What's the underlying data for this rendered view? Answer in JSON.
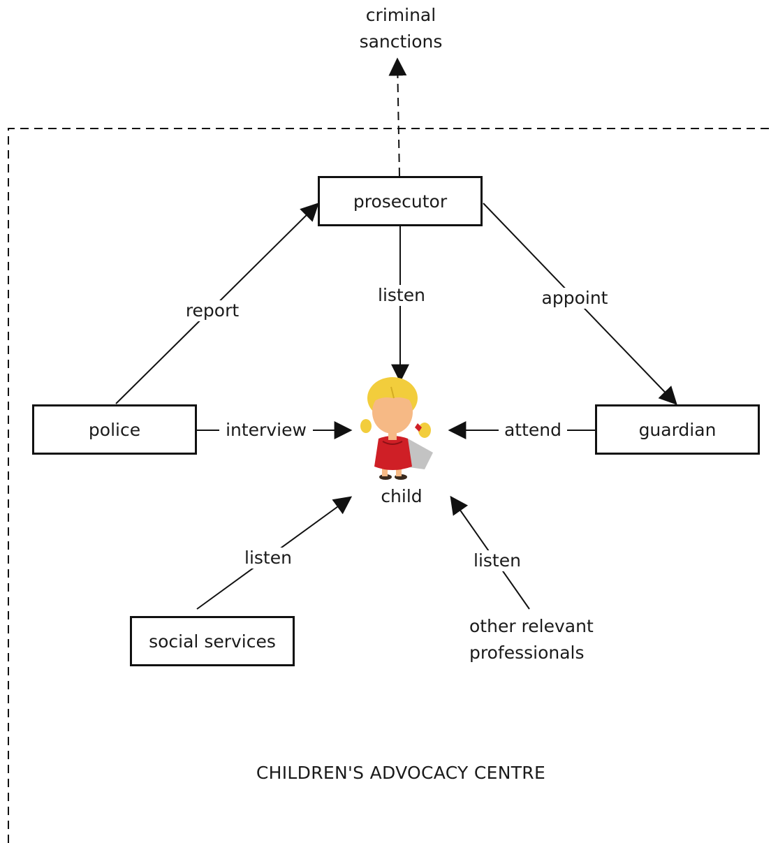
{
  "diagram": {
    "nodes": {
      "prosecutor": "prosecutor",
      "police": "police",
      "guardian": "guardian",
      "social_services": "social services",
      "other_professionals": "other relevant\nprofessionals",
      "child": "child",
      "criminal_sanctions": "criminal\nsanctions"
    },
    "edges": {
      "report": "report",
      "listen_prosecutor": "listen",
      "appoint": "appoint",
      "interview": "interview",
      "attend": "attend",
      "listen_social": "listen",
      "listen_other": "listen"
    },
    "region_label": "CHILDREN'S ADVOCACY CENTRE",
    "colors": {
      "stroke": "#111111",
      "child_hair": "#f2cd3c",
      "child_face": "#f6b985",
      "child_dress": "#cf1f26",
      "child_shadow": "#b8b8b8"
    },
    "icons": [
      "child-figure-icon"
    ]
  }
}
